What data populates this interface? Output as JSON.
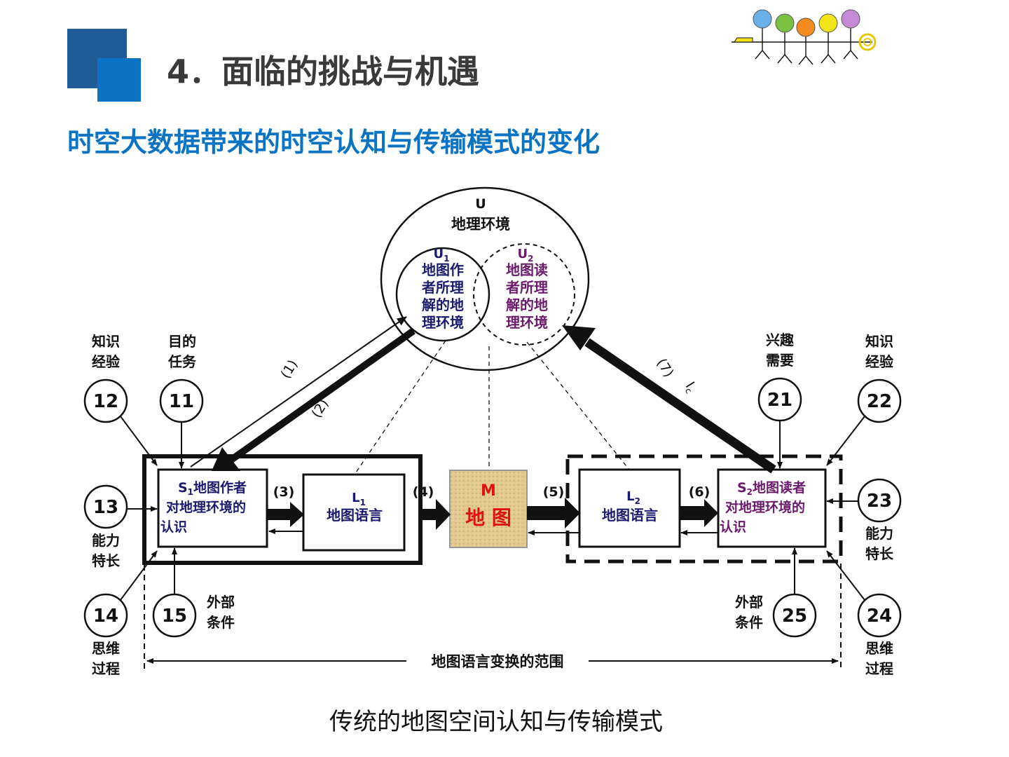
{
  "slide": {
    "title": "4．面临的挑战与机遇",
    "subtitle": "时空大数据带来的时空认知与传输模式的变化",
    "caption": "传统的地图空间认知与传输模式"
  },
  "diagram": {
    "u_symbol": "U",
    "u_label": "地理环境",
    "u1_symbol": "U",
    "u1_sub": "1",
    "u1_lines": [
      "地图作",
      "者所理",
      "解的地",
      "理环境"
    ],
    "u2_symbol": "U",
    "u2_sub": "2",
    "u2_lines": [
      "地图读",
      "者所理",
      "解的地",
      "理环境"
    ],
    "s1_symbol": "S",
    "s1_sub": "1",
    "s1_line1": "地图作者",
    "s1_line2": "对地理环境的",
    "s1_line3": "认识",
    "l1_symbol": "L",
    "l1_sub": "1",
    "l1_label": "地图语言",
    "map_symbol": "M",
    "map_label": "地 图",
    "l2_symbol": "L",
    "l2_sub": "2",
    "l2_label": "地图语言",
    "s2_symbol": "S",
    "s2_sub": "2",
    "s2_line1": "地图读者",
    "s2_line2": "对地理环境的",
    "s2_line3": "认识",
    "step1": "(1)",
    "step2": "(2)",
    "step3": "(3)",
    "step4": "(4)",
    "step5": "(5)",
    "step6": "(6)",
    "step7": "(7)",
    "ic_symbol": "I",
    "ic_sub": "c",
    "range_label": "地图语言变换的范围",
    "factors": {
      "n12": "12",
      "n12_line1": "知识",
      "n12_line2": "经验",
      "n11": "11",
      "n11_line1": "目的",
      "n11_line2": "任务",
      "n13": "13",
      "n13_line1": "能力",
      "n13_line2": "特长",
      "n14": "14",
      "n14_line1": "思维",
      "n14_line2": "过程",
      "n15": "15",
      "n15_line1": "外部",
      "n15_line2": "条件",
      "n21": "21",
      "n21_line1": "兴趣",
      "n21_line2": "需要",
      "n22": "22",
      "n22_line1": "知识",
      "n22_line2": "经验",
      "n23": "23",
      "n23_line1": "能力",
      "n23_line2": "特长",
      "n24": "24",
      "n24_line1": "思维",
      "n24_line2": "过程",
      "n25": "25",
      "n25_line1": "外部",
      "n25_line2": "条件"
    }
  },
  "colors": {
    "title_gray": "#3a3a3a",
    "accent_blue": "#0b73c3",
    "square_dark_blue": "#1f5c99",
    "map_text_red": "#e01010",
    "navy_text": "#1a1a6e",
    "purple_text": "#6b1a6b",
    "map_bg": "#e2c98f"
  },
  "logo": {
    "person_colors": [
      "#6ab0e8",
      "#7bc043",
      "#f58a1f",
      "#f2e51a",
      "#c58ad6"
    ]
  }
}
